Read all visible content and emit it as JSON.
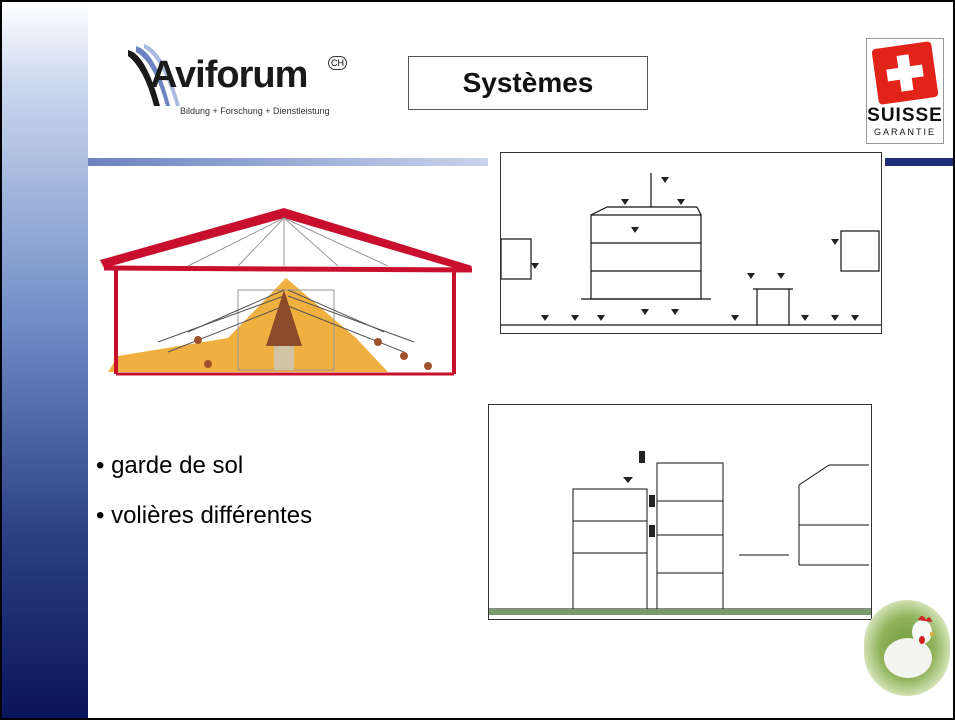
{
  "slide": {
    "title": "Systèmes",
    "bullets": [
      "garde de sol",
      "volières différentes"
    ]
  },
  "logo": {
    "name": "Aviforum",
    "superscript": "CH",
    "tagline": "Bildung + Forschung + Dienstleistung"
  },
  "badge": {
    "word": "SUISSE",
    "subword": "GARANTIE"
  },
  "colors": {
    "sidebar_dark": "#0a145a",
    "sidebar_light": "#6e8cc6",
    "roof_red": "#c8102e",
    "swiss_red": "#e2231a",
    "floor_orange": "#f0a830"
  },
  "images": {
    "barn": "floor-housing-barn-drawing",
    "aviary_top": "aviary-system-line-drawing",
    "aviary_bottom": "aviary-technical-plan-drawing",
    "chicken": "white-hen-photo"
  }
}
